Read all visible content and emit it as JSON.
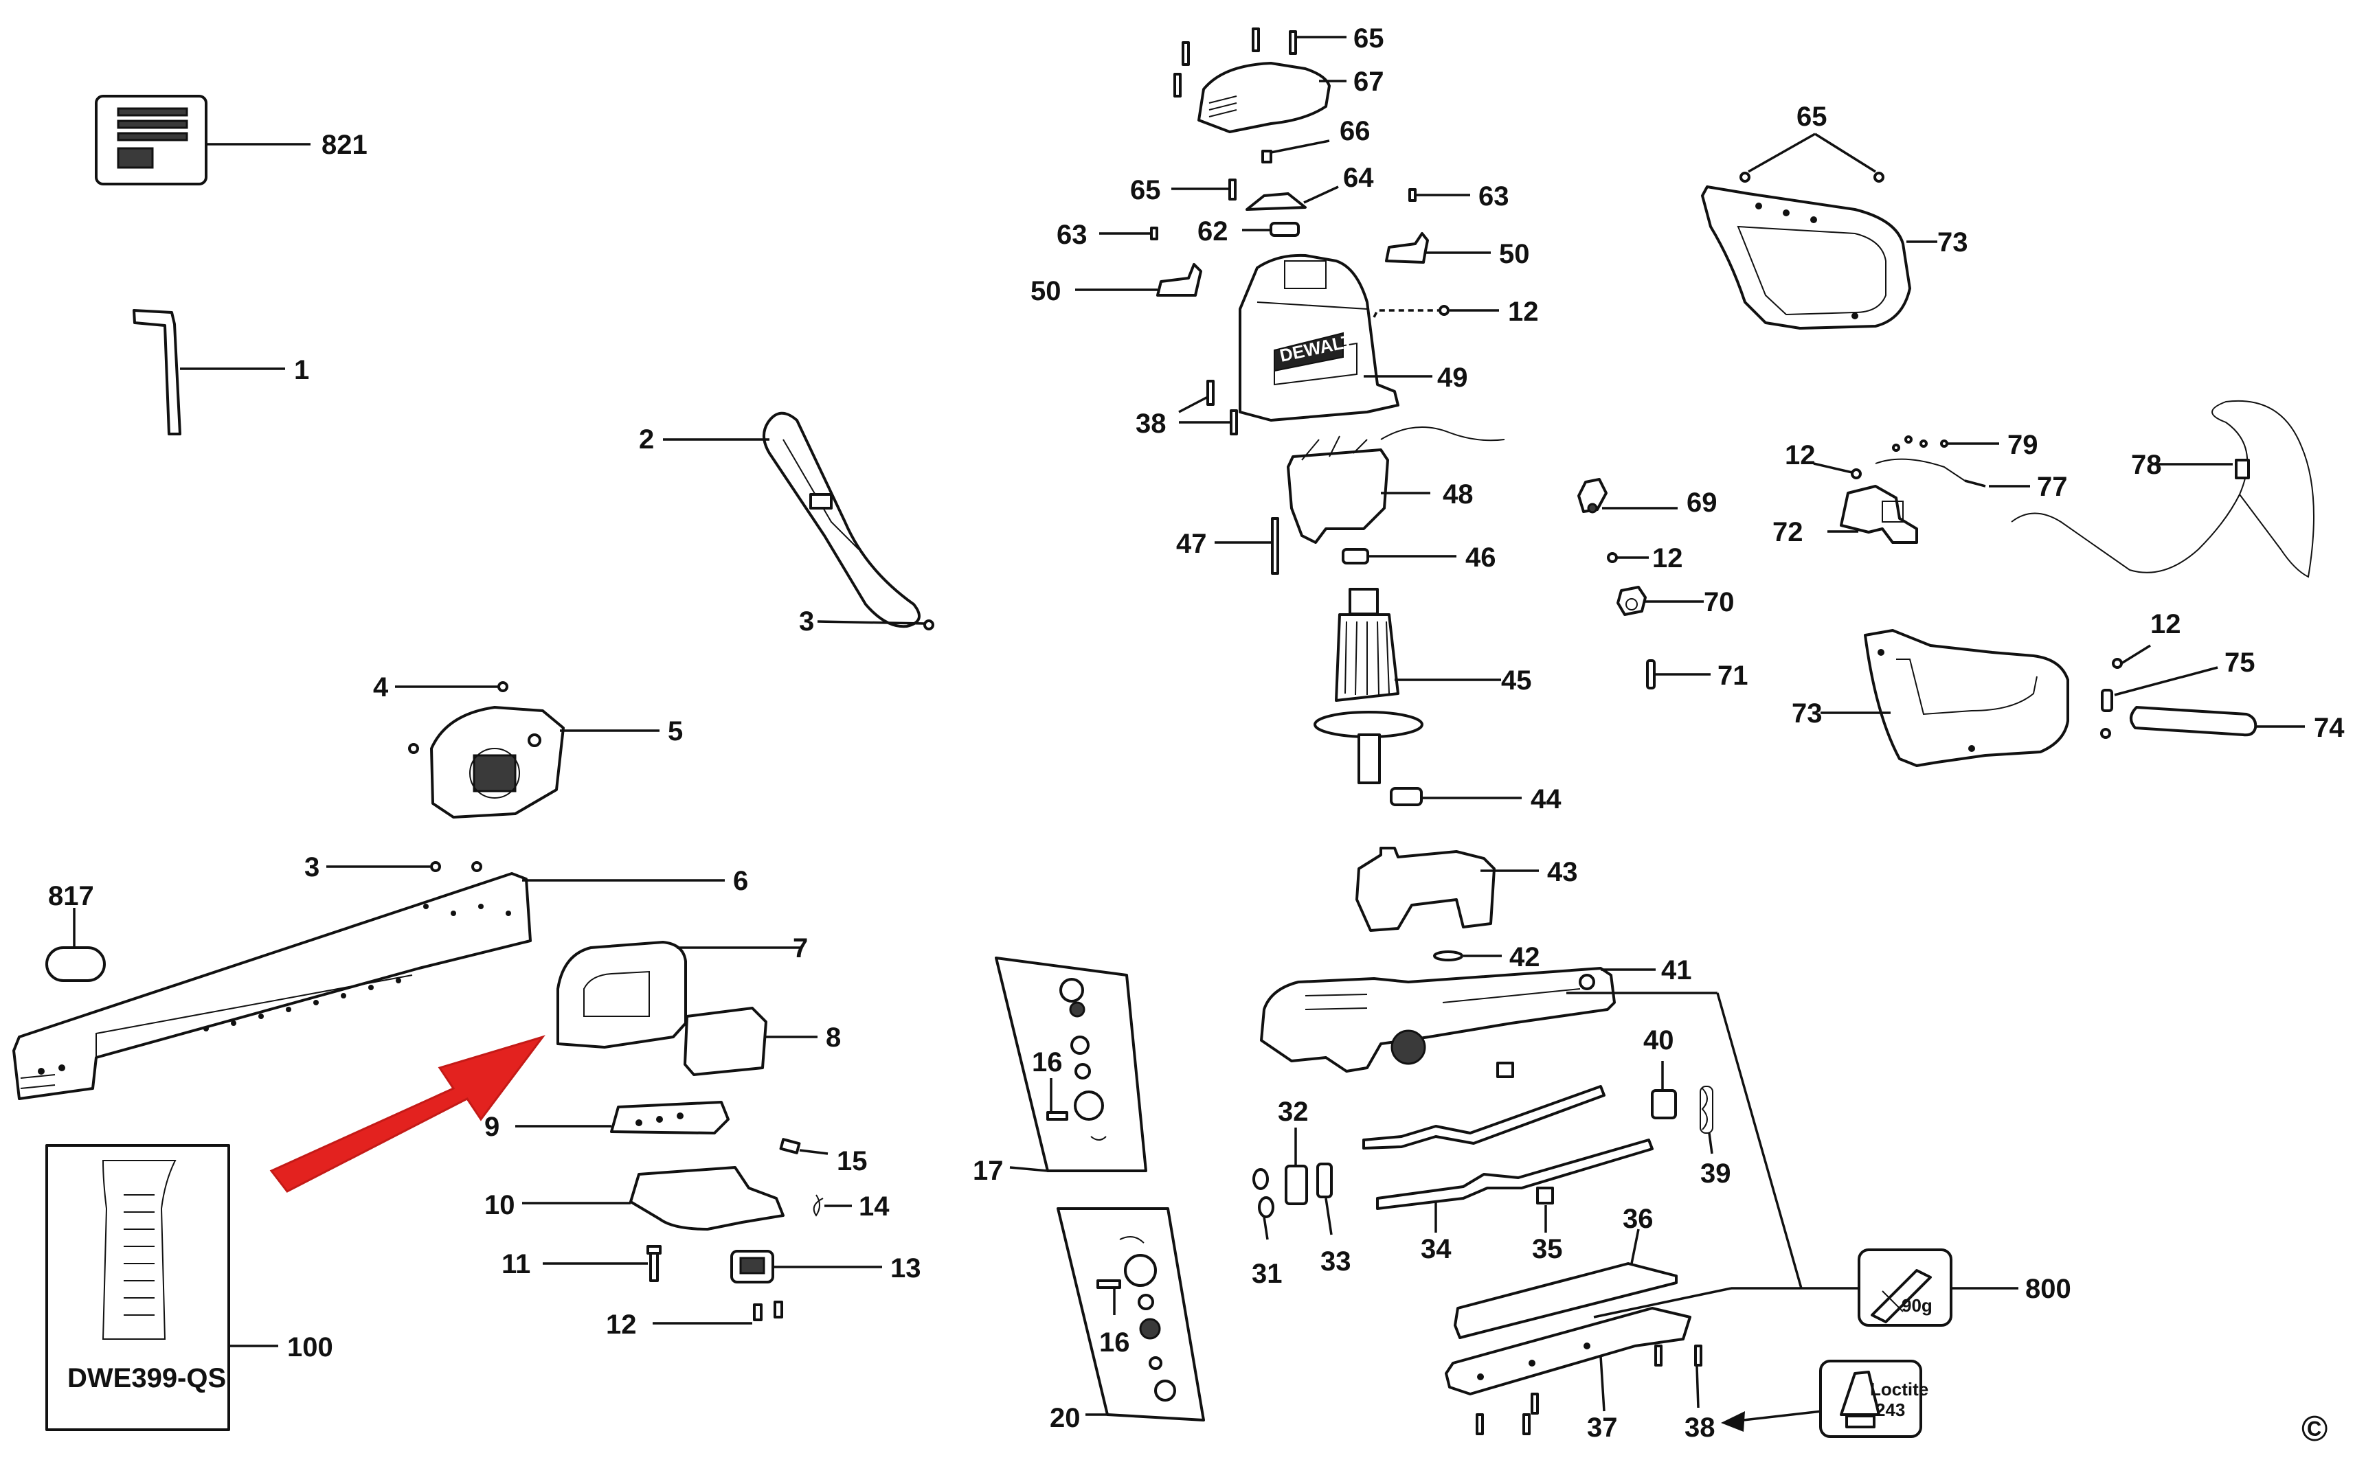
{
  "labels": {
    "l821": "821",
    "l1": "1",
    "l2": "2",
    "l3a": "3",
    "l3b": "3",
    "l4": "4",
    "l5": "5",
    "l6": "6",
    "l817": "817",
    "l7": "7",
    "l8": "8",
    "l9": "9",
    "l10": "10",
    "l11": "11",
    "l12a": "12",
    "l13": "13",
    "l14": "14",
    "l15": "15",
    "l100": "100",
    "l65a": "65",
    "l67": "67",
    "l66": "66",
    "l65b": "65",
    "l64": "64",
    "l63a": "63",
    "l63b": "63",
    "l62": "62",
    "l50a": "50",
    "l50b": "50",
    "l12b": "12",
    "l49": "49",
    "l38a": "38",
    "l48": "48",
    "l47": "47",
    "l46": "46",
    "l45": "45",
    "l44": "44",
    "l43": "43",
    "l42": "42",
    "l41": "41",
    "l40": "40",
    "l39": "39",
    "l32": "32",
    "l31": "31",
    "l33": "33",
    "l34": "34",
    "l35": "35",
    "l36": "36",
    "l37": "37",
    "l38b": "38",
    "l800": "800",
    "l17": "17",
    "l16a": "16",
    "l16b": "16",
    "l20": "20",
    "l65c": "65",
    "l73a": "73",
    "l12c": "12",
    "l79": "79",
    "l77": "77",
    "l78": "78",
    "l72": "72",
    "l69": "69",
    "l12d": "12",
    "l70": "70",
    "l71": "71",
    "l12e": "12",
    "l75": "75",
    "l73b": "73",
    "l74": "74"
  },
  "model_name": "DWE399-QS",
  "brand_logo_text": "DEWALT",
  "grease_label": "90g",
  "loctite_label": "Loctite",
  "loctite_code": "243",
  "copyright_symbol": "©"
}
